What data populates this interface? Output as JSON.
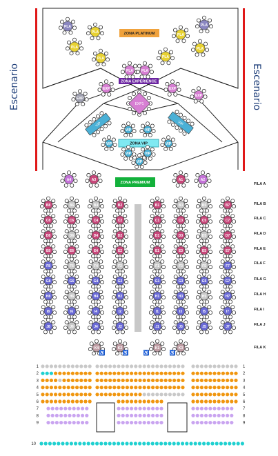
{
  "stage": {
    "left_label": "Escenario",
    "right_label": "Escenario"
  },
  "zones": {
    "platinum": "ZONA PLATINUM",
    "experience": "ZONA EXPERIENCE",
    "vip": "ZONA VIP",
    "premium": "ZONA PREMIUM"
  },
  "zone_colors": {
    "platinum": "#f0a23c",
    "experience": "#6a23a0",
    "vip": "#7fe9f2",
    "premium": "#13b13b"
  },
  "row_labels": [
    "FILA A",
    "FILA B",
    "FILA C",
    "FILA D",
    "FILA E",
    "FILA F",
    "FILA G",
    "FILA H",
    "FILA I",
    "FILA J",
    "FILA K"
  ],
  "row_a_tables": {
    "left": [
      "A4",
      "A3"
    ],
    "right": [
      "A1",
      "A2"
    ]
  },
  "table_rows": [
    {
      "id": "B",
      "left": [
        "B8",
        "B6",
        "B4",
        "B2"
      ],
      "right": [
        "B1",
        "B3",
        "B5",
        "B7"
      ]
    },
    {
      "id": "C",
      "left": [
        "C8",
        "C6",
        "C4",
        "C2"
      ],
      "right": [
        "C1",
        "C3",
        "C5",
        "C7"
      ]
    },
    {
      "id": "D",
      "left": [
        "D8",
        "D6",
        "D4",
        "D2"
      ],
      "right": [
        "D1",
        "D3",
        "D5",
        "D7"
      ]
    },
    {
      "id": "E",
      "left": [
        "E8",
        "E6",
        "E4",
        "E2"
      ],
      "right": [
        "E1",
        "E3",
        "E5",
        "E7"
      ]
    },
    {
      "id": "F",
      "left": [
        "F8",
        "F6",
        "F4",
        "F2"
      ],
      "right": [
        "F1",
        "F3",
        "F5",
        "F7"
      ]
    },
    {
      "id": "G",
      "left": [
        "G8",
        "G6",
        "G4",
        "G2"
      ],
      "right": [
        "G1",
        "G3",
        "G5",
        "G7"
      ]
    },
    {
      "id": "H",
      "left": [
        "H8",
        "H6",
        "H4",
        "H2"
      ],
      "right": [
        "H1",
        "H3",
        "H5",
        "H7"
      ]
    },
    {
      "id": "I",
      "left": [
        "I8",
        "I6",
        "I4",
        "I2"
      ],
      "right": [
        "I1",
        "I3",
        "I5",
        "I7"
      ]
    },
    {
      "id": "J",
      "left": [
        "J8",
        "J6",
        "J4",
        "J2"
      ],
      "right": [
        "J1",
        "J3",
        "J5",
        "J7"
      ]
    }
  ],
  "row_k_tables": [
    "K4",
    "K2",
    "K1",
    "K3"
  ],
  "seat_colors": {
    "magenta": "#c8477a",
    "gray": "#c8c8c8",
    "blue": "#6a6ad6",
    "orange": "#f0960f",
    "lilac": "#c9a4f0",
    "cyan": "#1fd0d0",
    "platinum_table": "#e8d232",
    "vip_table": "#4ab0d6",
    "experience_table": "#d77fd3"
  },
  "platinum_tables": [
    "PLA",
    "PLA",
    "PLA",
    "PLA",
    "PLA",
    "PLA",
    "PLA",
    "PLA",
    "PLA",
    "PLA"
  ],
  "experience_tables": [
    "EXP",
    "EXP",
    "EXP",
    "EXP",
    "EXP1",
    "EXP",
    "EXP",
    "EXP"
  ],
  "vip_tables": [
    "VIP",
    "VIP",
    "VIP",
    "VIP",
    "VIP",
    "VIP",
    "VIP",
    "VIP"
  ],
  "grandstand_rows": [
    {
      "row": "1",
      "seats": "gray"
    },
    {
      "row": "2",
      "seats": "orange"
    },
    {
      "row": "3",
      "seats": "orange"
    },
    {
      "row": "4",
      "seats": "orange"
    },
    {
      "row": "5",
      "seats": "orange"
    },
    {
      "row": "6",
      "seats": "orange"
    },
    {
      "row": "7",
      "seats": "lilac"
    },
    {
      "row": "8",
      "seats": "lilac"
    },
    {
      "row": "9",
      "seats": "lilac"
    }
  ],
  "row_10": "10",
  "accessibility_icon": "wheelchair-icon"
}
